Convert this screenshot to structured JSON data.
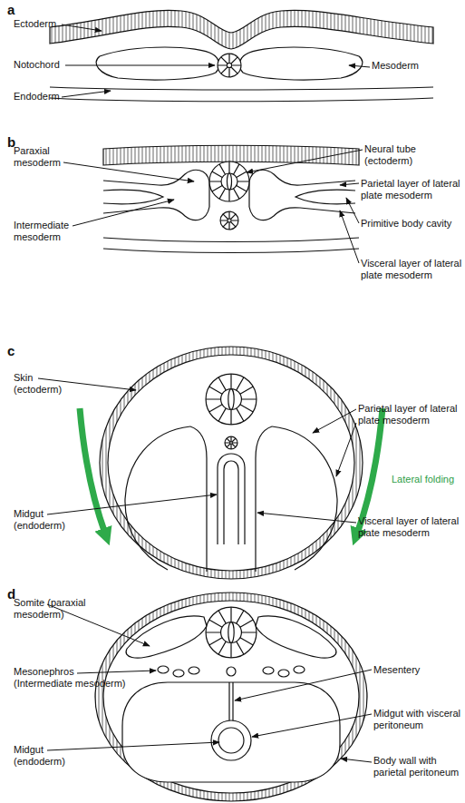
{
  "diagram": {
    "labels": [
      "a",
      "Ectoderm",
      "Notochord",
      "Endoderm",
      "Mesoderm",
      "b",
      "Paraxial mesoderm",
      "Neural tube (ectoderm)",
      "Parietal layer of lateral plate mesoderm",
      "Intermediate mesoderm",
      "Primitive body cavity",
      "Visceral layer of lateral plate mesoderm",
      "c",
      "Skin (ectoderm)",
      "Parietal layer of lateral plate mesoderm",
      "Lateral folding",
      "Midgut (endoderm)",
      "Visceral layer of lateral plate mesoderm",
      "d",
      "Somite (paraxial mesoderm)",
      "Mesonephros (Intermediate mesoderm)",
      "Mesentery",
      "Midgut with visceral peritoneum",
      "Midgut (endoderm)",
      "Body wall with parietal peritoneum"
    ]
  }
}
